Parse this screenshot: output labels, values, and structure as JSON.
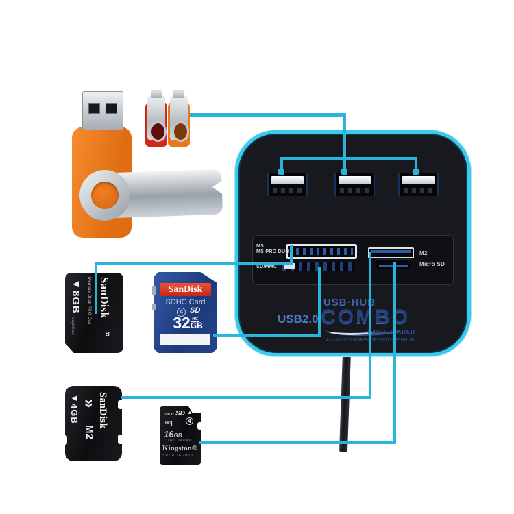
{
  "colors": {
    "accent": "#29b5da",
    "hub_border": "#3cc9ec",
    "hub_body": "#17191e",
    "orange": "#e8791e",
    "red": "#d2281c",
    "sd_blue": "#24458c",
    "banner_red": "#d93a27"
  },
  "hub": {
    "brand_top": "USB·HUB",
    "brand_left": "USB2.0",
    "brand_main": "COMBO",
    "brand_sub": "CARD READER",
    "brand_tagline": "ALL-IN-1CARDREADERWITHUSBHUB",
    "slot_labels": {
      "ms_line1": "MS",
      "ms_line2": "MS PRO DUO",
      "sd": "SD/MMC",
      "m2": "M2",
      "micro_sd": "Micro SD"
    }
  },
  "cards": {
    "ms_duo": {
      "brand": "SanDisk",
      "type": "Memory Stick PRO Duo",
      "capacity": "◄8GB",
      "feature": "MagicGate",
      "logo_glyph": "»"
    },
    "sd": {
      "brand": "SanDisk",
      "type": "SDHC Card",
      "class_digit": "4",
      "logo_sd": "SD",
      "logo_hc": "HC",
      "capacity_number": "32",
      "capacity_unit": "GB"
    },
    "m2": {
      "brand": "SanDisk",
      "type": "M2",
      "capacity": "◄4GB",
      "logo_glyph": "»"
    },
    "micro_sd": {
      "logo_micro": "micro",
      "logo_sd": "SD",
      "logo_hc": "HC",
      "arrow": "▲",
      "class_digit": "4",
      "capacity_number": "16",
      "capacity_unit": "GB",
      "note1": "C1AS JAPAN",
      "brand": "Kingston®",
      "note2": "SDC4/16GB10"
    }
  }
}
